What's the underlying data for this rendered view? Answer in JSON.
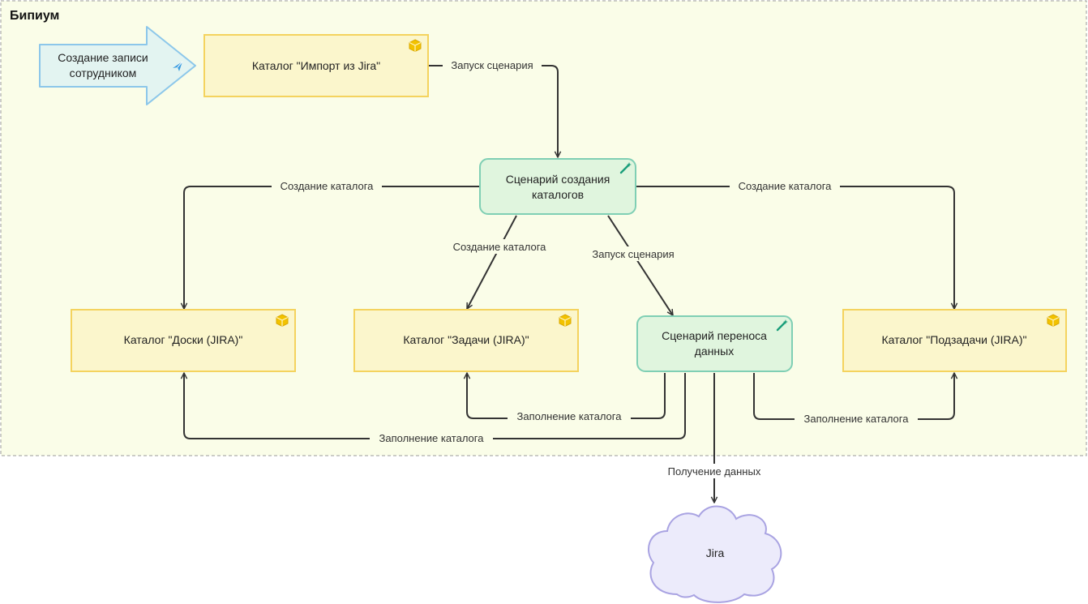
{
  "frame": {
    "title": "Бипиум"
  },
  "nodes": {
    "trigger": {
      "line1": "Создание записи",
      "line2": "сотрудником"
    },
    "import_catalog": {
      "label": "Каталог \"Импорт из Jira\""
    },
    "create_scenario": {
      "line1": "Сценарий создания",
      "line2": "каталогов"
    },
    "boards": {
      "label": "Каталог \"Доски (JIRA)\""
    },
    "tasks": {
      "label": "Каталог \"Задачи (JIRA)\""
    },
    "transfer_scenario": {
      "line1": "Сценарий переноса",
      "line2": "данных"
    },
    "subtasks": {
      "label": "Каталог \"Подзадачи (JIRA)\""
    },
    "jira": {
      "label": "Jira"
    }
  },
  "edges": {
    "import_to_scenario": "Запуск сценария",
    "scenario_to_boards": "Создание каталога",
    "scenario_to_tasks": "Создание каталога",
    "scenario_to_transfer": "Запуск сценария",
    "scenario_to_subtasks": "Создание каталога",
    "transfer_to_tasks": "Заполнение каталога",
    "transfer_to_boards": "Заполнение каталога",
    "transfer_to_subtasks": "Заполнение каталога",
    "transfer_to_jira": "Получение данных"
  },
  "colors": {
    "frame_bg": "#fafde8",
    "catalog_fill": "#fbf6cc",
    "catalog_stroke": "#f4d35e",
    "scenario_fill": "#e0f5de",
    "scenario_stroke": "#7fcfb4",
    "trigger_fill": "#e3f4f1",
    "trigger_stroke": "#8cc7ea",
    "cloud_fill": "#ecebfb",
    "cloud_stroke": "#a9a3e2",
    "edge": "#333333"
  },
  "icons": {
    "catalog": "cube-icon",
    "scenario": "magic-wand-icon",
    "trigger": "send-icon"
  }
}
